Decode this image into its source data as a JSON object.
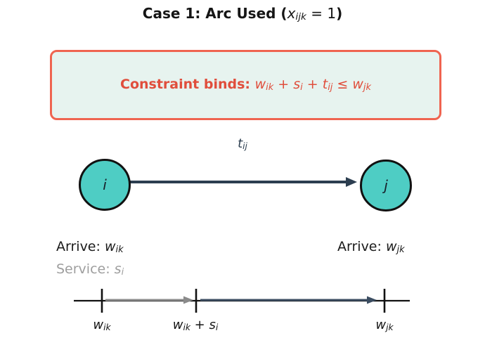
{
  "colors": {
    "accent_red_text": "#e04e3c",
    "box_border_red": "#ef6450",
    "box_fill_mint": "#e7f3ef",
    "node_fill_teal": "#4ECDC4",
    "node_border": "#111111",
    "arc_arrow_dark": "#2c3e50",
    "service_arrow_gray": "#8a8a8a",
    "travel_arrow_slate": "#3b4d61",
    "timeline_black": "#111111",
    "text_dark": "#1a1a1a",
    "text_gray": "#9e9e9e"
  },
  "title": {
    "parts": [
      {
        "t": "Case 1: Arc Used (",
        "s": "b"
      },
      {
        "t": "x",
        "s": "it"
      },
      {
        "t": "ijk",
        "s": "sub"
      },
      {
        "t": " = 1"
      },
      {
        "t": ")",
        "s": "b"
      }
    ]
  },
  "constraint_box": {
    "parts": [
      {
        "t": "Constraint binds: ",
        "s": "b"
      },
      {
        "t": "w",
        "s": "it"
      },
      {
        "t": "ik",
        "s": "sub"
      },
      {
        "t": " + "
      },
      {
        "t": "s",
        "s": "it"
      },
      {
        "t": "i",
        "s": "sub"
      },
      {
        "t": " + "
      },
      {
        "t": "t",
        "s": "it"
      },
      {
        "t": "ij",
        "s": "sub"
      },
      {
        "t": " ≤ "
      },
      {
        "t": "w",
        "s": "it"
      },
      {
        "t": "jk",
        "s": "sub"
      }
    ]
  },
  "arc": {
    "node_i": "i",
    "node_j": "j",
    "label_parts": [
      {
        "t": "t",
        "s": "it"
      },
      {
        "t": "ij",
        "s": "sub"
      }
    ]
  },
  "annotations": {
    "arrive_i_parts": [
      {
        "t": "Arrive: "
      },
      {
        "t": "w",
        "s": "it"
      },
      {
        "t": "ik",
        "s": "sub"
      }
    ],
    "service_i_parts": [
      {
        "t": "Service: "
      },
      {
        "t": "s",
        "s": "it"
      },
      {
        "t": "i",
        "s": "sub"
      }
    ],
    "arrive_j_parts": [
      {
        "t": "Arrive: "
      },
      {
        "t": "w",
        "s": "it"
      },
      {
        "t": "jk",
        "s": "sub"
      }
    ]
  },
  "timeline": {
    "start_parts": [
      {
        "t": "w",
        "s": "it"
      },
      {
        "t": "ik",
        "s": "sub"
      }
    ],
    "mid_parts": [
      {
        "t": "w",
        "s": "it"
      },
      {
        "t": "ik",
        "s": "sub"
      },
      {
        "t": " + "
      },
      {
        "t": "s",
        "s": "it"
      },
      {
        "t": "i",
        "s": "sub"
      }
    ],
    "end_parts": [
      {
        "t": "w",
        "s": "it"
      },
      {
        "t": "jk",
        "s": "sub"
      }
    ]
  }
}
